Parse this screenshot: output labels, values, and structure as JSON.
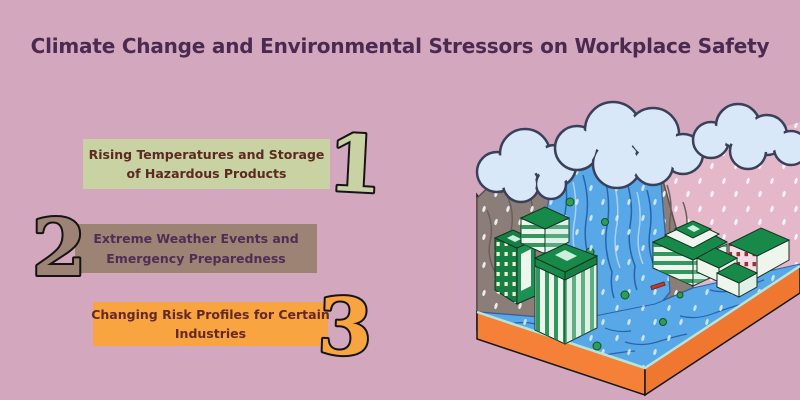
{
  "title": "Climate Change and Environmental Stressors on Workplace Safety",
  "items": [
    {
      "number": "1",
      "line1": "Rising Temperatures and Storage",
      "line2": "of Hazardous Products",
      "color": "#c9d2a3",
      "text_color": "#5c2a21"
    },
    {
      "number": "2",
      "line1": "Extreme Weather Events and",
      "line2": "Emergency Preparedness",
      "color": "#9d8373",
      "text_color": "#502d56"
    },
    {
      "number": "3",
      "line1": "Changing Risk Profiles for Certain",
      "line2": "Industries",
      "color": "#f7a441",
      "text_color": "#66291f"
    }
  ],
  "page": {
    "background": "#d3a7be",
    "title_color": "#4c2a50"
  },
  "illustration": {
    "name": "flooded-city-rainstorm",
    "colors": {
      "cloud": "#d9e8f8",
      "cloud_outline": "#3a4059",
      "mountain_gray": "#8b7d78",
      "water_blue": "#58a7e6",
      "water_line": "#2a63ad",
      "base_orange": "#f58138",
      "rain_panel_pink": "#e4b7c9",
      "roof_green": "#178a4a",
      "facade_white": "#eef5ec",
      "pink_facade": "#f3dde6"
    }
  }
}
